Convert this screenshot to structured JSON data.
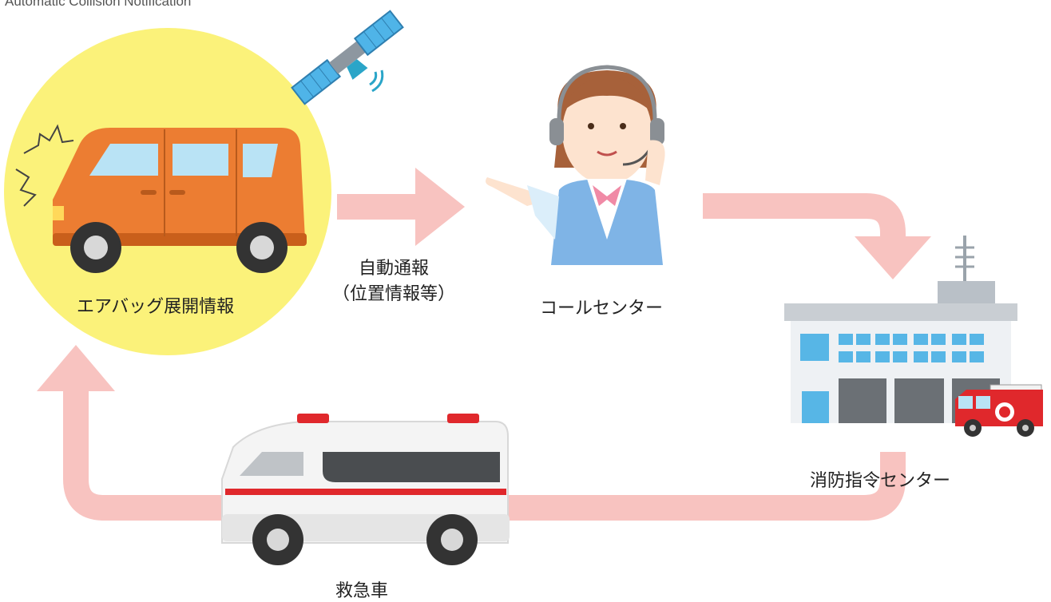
{
  "top_caption": "Automatic Collision Notification",
  "nodes": {
    "vehicle": {
      "label": "エアバッグ展開情報"
    },
    "call_center": {
      "label": "コールセンター"
    },
    "fire_dispatch": {
      "label": "消防指令センター"
    },
    "ambulance": {
      "label": "救急車"
    }
  },
  "edges": {
    "auto_report": {
      "line1": "自動通報",
      "line2": "（位置情報等）"
    }
  },
  "colors": {
    "arrow": "#f8c3c0",
    "highlight_circle": "#fbf27a",
    "car_body": "#ec7d32",
    "ambulance_stripe": "#e0282c"
  },
  "icons": [
    "satellite-icon",
    "crash-impact-icon",
    "van-icon",
    "operator-icon",
    "fire-station-icon",
    "fire-truck-icon",
    "ambulance-icon"
  ]
}
